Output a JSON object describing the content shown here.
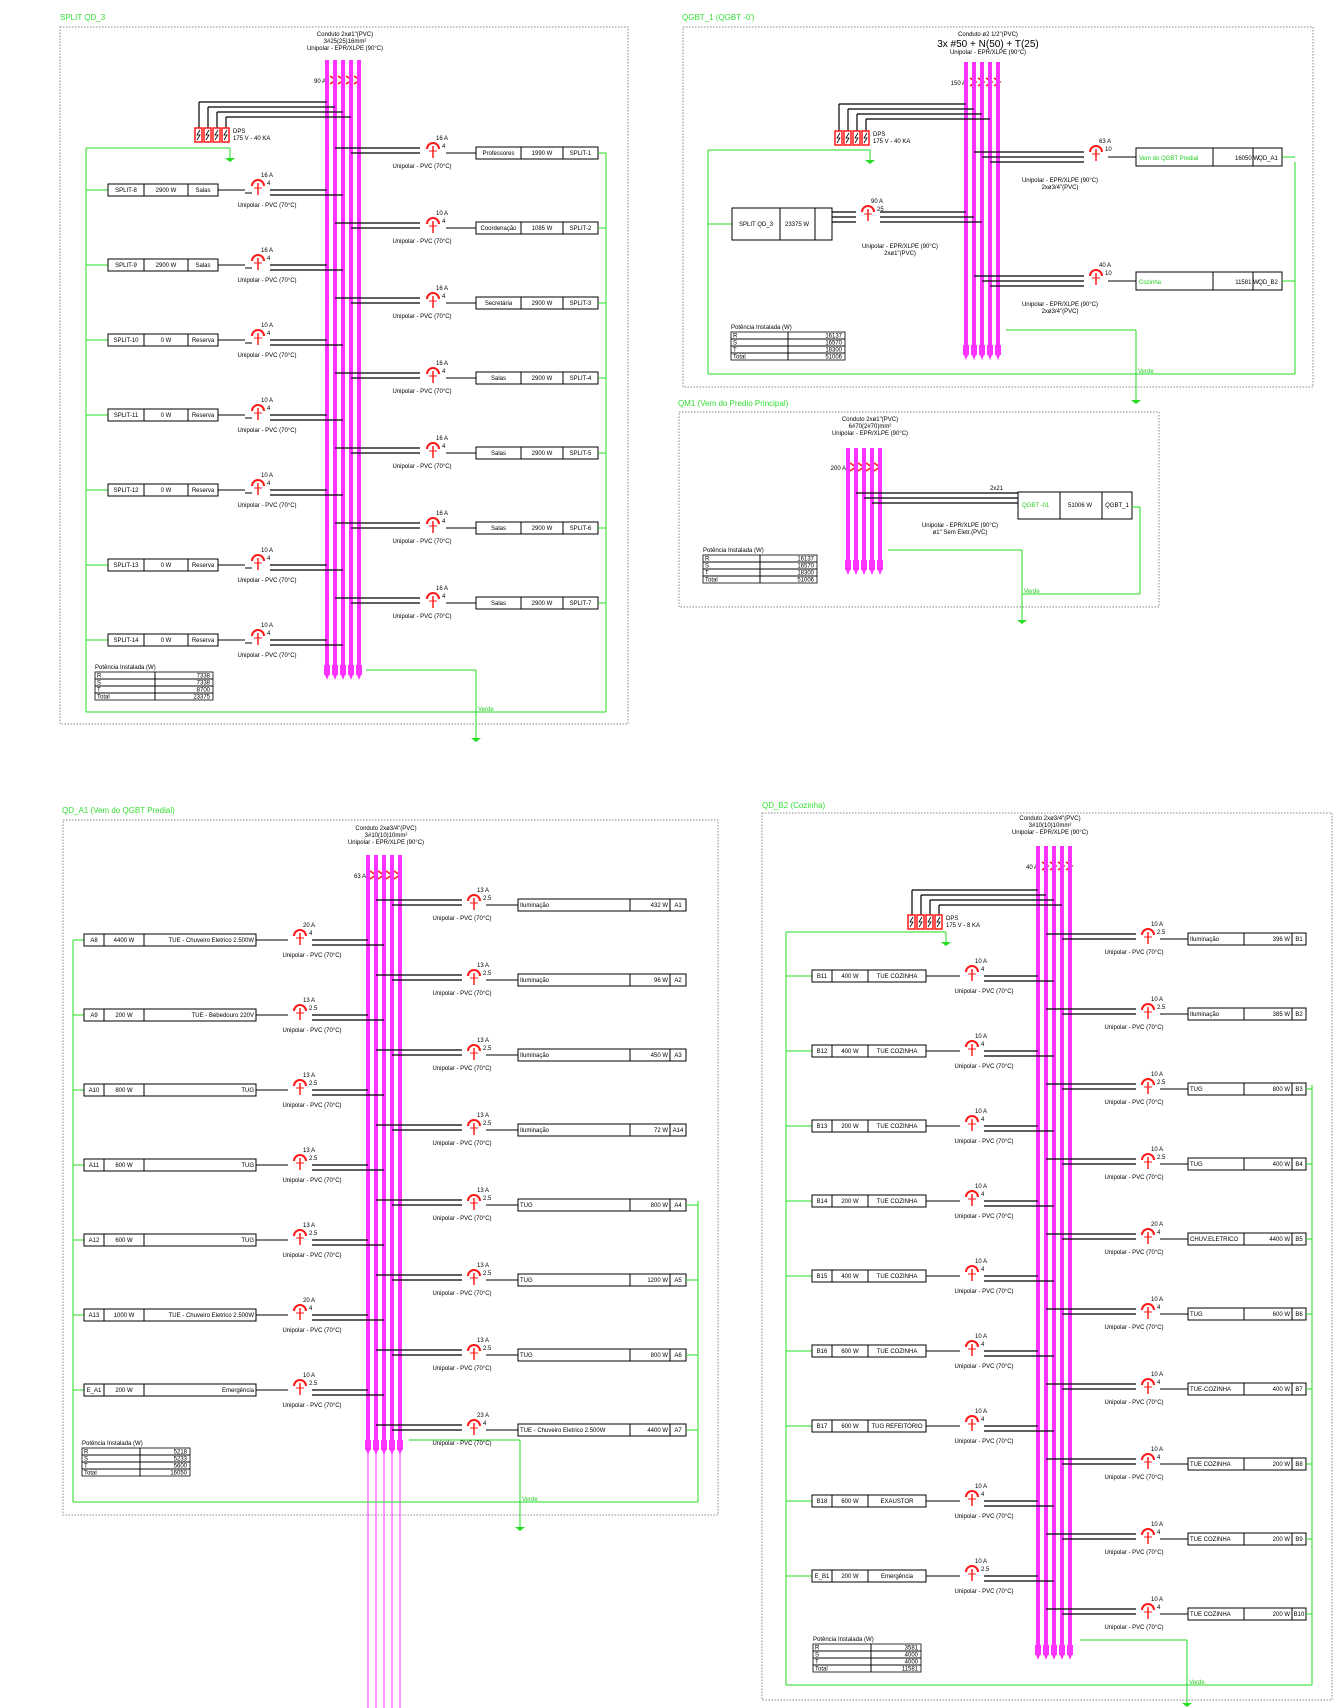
{
  "colors": {
    "bus": "#ff33ff",
    "breaker": "#ff1a1a",
    "wire": "#000000",
    "earth": "#22dd22",
    "title": "#33dd33"
  },
  "texts": {
    "unipolar_pvc": "Unipolar - PVC (70°C)",
    "unipolar_epr": "Unipolar - EPR/XLPE (90°C)",
    "verde": "Verde",
    "potencia": "Potência Instalada (W)",
    "dps": "DPS"
  },
  "panels": [
    {
      "title": "SPLIT QD_3",
      "conduit": [
        "Conduto 2xø1\"(PVC)",
        "3#25(25)16mm²",
        "Unipolar - EPR/XLPE (90°C)"
      ],
      "main": "90 A",
      "dps": "175 V - 40 KA",
      "circuits_left": [
        {
          "id": "SPLIT-8",
          "power": "2900 W",
          "desc": "Salas",
          "breaker": "16 A",
          "cable": "4"
        },
        {
          "id": "SPLIT-9",
          "power": "2900 W",
          "desc": "Salas",
          "breaker": "16 A",
          "cable": "4"
        },
        {
          "id": "SPLIT-10",
          "power": "0 W",
          "desc": "Reserva",
          "breaker": "10 A",
          "cable": "4"
        },
        {
          "id": "SPLIT-11",
          "power": "0 W",
          "desc": "Reserva",
          "breaker": "10 A",
          "cable": "4"
        },
        {
          "id": "SPLIT-12",
          "power": "0 W",
          "desc": "Reserva",
          "breaker": "10 A",
          "cable": "4"
        },
        {
          "id": "SPLIT-13",
          "power": "0 W",
          "desc": "Reserva",
          "breaker": "10 A",
          "cable": "4"
        },
        {
          "id": "SPLIT-14",
          "power": "0 W",
          "desc": "Reserva",
          "breaker": "10 A",
          "cable": "4"
        }
      ],
      "circuits_right": [
        {
          "id": "SPLIT-1",
          "power": "1990 W",
          "desc": "Professores",
          "breaker": "16 A",
          "cable": "4"
        },
        {
          "id": "SPLIT-2",
          "power": "1085 W",
          "desc": "Coordenação",
          "breaker": "10 A",
          "cable": "4"
        },
        {
          "id": "SPLIT-3",
          "power": "2900 W",
          "desc": "Secretária",
          "breaker": "16 A",
          "cable": "4"
        },
        {
          "id": "SPLIT-4",
          "power": "2900 W",
          "desc": "Salas",
          "breaker": "16 A",
          "cable": "4"
        },
        {
          "id": "SPLIT-5",
          "power": "2900 W",
          "desc": "Salas",
          "breaker": "16 A",
          "cable": "4"
        },
        {
          "id": "SPLIT-6",
          "power": "2900 W",
          "desc": "Salas",
          "breaker": "16 A",
          "cable": "4"
        },
        {
          "id": "SPLIT-7",
          "power": "2900 W",
          "desc": "Salas",
          "breaker": "16 A",
          "cable": "4"
        }
      ],
      "potencia": [
        [
          "R",
          "7338"
        ],
        [
          "S",
          "7338"
        ],
        [
          "T",
          "8700"
        ],
        [
          "Total",
          "23375"
        ]
      ]
    },
    {
      "title": "QGBT_1 (QGBT -0')",
      "conduit": [
        "Conduto ø2 1/2\"(PVC)",
        "3x #50 + N(50) + T(25)",
        "Unipolar - EPR/XLPE (90°C)"
      ],
      "main": "150 A",
      "dps": "175 V - 40 KA",
      "feeds_right": [
        {
          "desc": "Vem do QGBT Predial",
          "power": "16050 W",
          "id": "QD_A1",
          "breaker": "63 A",
          "cable": "10",
          "cond": "2xø3/4\"(PVC)"
        },
        {
          "desc": "Cozinha",
          "power": "11581 W",
          "id": "QD_B2",
          "breaker": "40 A",
          "cable": "10",
          "cond": "2xø3/4\"(PVC)"
        }
      ],
      "feed_left": {
        "id": "SPLIT QD_3",
        "power": "23375 W",
        "breaker": "90 A",
        "cable": "25",
        "cond": "2xø1\"(PVC)"
      },
      "potencia": [
        [
          "R",
          "16137"
        ],
        [
          "S",
          "16570"
        ],
        [
          "T",
          "18300"
        ],
        [
          "Total",
          "51006"
        ]
      ]
    },
    {
      "title": "QM1 (Vem do Predio Principal)",
      "conduit": [
        "Conduto 2xø1\"(PVC)",
        "6#70(2#70)mm²",
        "Unipolar - EPR/XLPE (90°C)"
      ],
      "main": "200 A",
      "feed": {
        "desc": "QGBT -01",
        "power": "51006 W",
        "id": "QGBT_1",
        "cable": "2x21",
        "line2": "ø1\" Sem Eletr.(PVC)"
      },
      "potencia": [
        [
          "R",
          "16137"
        ],
        [
          "S",
          "16570"
        ],
        [
          "T",
          "18300"
        ],
        [
          "Total",
          "51006"
        ]
      ]
    },
    {
      "title": "QD_A1 (Vem do QGBT Predial)",
      "conduit": [
        "Conduto 2xø3/4\"(PVC)",
        "3#10(10)10mm²",
        "Unipolar - EPR/XLPE (90°C)"
      ],
      "main": "63 A",
      "circuits_left": [
        {
          "id": "A8",
          "power": "4400 W",
          "desc": "TUE - Chuveiro Eletrico 2.500W",
          "breaker": "20 A",
          "cable": "4"
        },
        {
          "id": "A9",
          "power": "200 W",
          "desc": "TUE - Bebedouro 220V",
          "breaker": "13 A",
          "cable": "2.5"
        },
        {
          "id": "A10",
          "power": "800 W",
          "desc": "TUG",
          "breaker": "13 A",
          "cable": "2.5"
        },
        {
          "id": "A11",
          "power": "600 W",
          "desc": "TUG",
          "breaker": "13 A",
          "cable": "2.5"
        },
        {
          "id": "A12",
          "power": "600 W",
          "desc": "TUG",
          "breaker": "13 A",
          "cable": "2.5"
        },
        {
          "id": "A13",
          "power": "1000 W",
          "desc": "TUE - Chuveiro Eletrico 2.500W",
          "breaker": "20 A",
          "cable": "4"
        },
        {
          "id": "E_A1",
          "power": "200 W",
          "desc": "Emergência",
          "breaker": "10 A",
          "cable": "2.5"
        }
      ],
      "circuits_right": [
        {
          "id": "A1",
          "power": "432 W",
          "desc": "Iluminação",
          "breaker": "13 A",
          "cable": "2.5"
        },
        {
          "id": "A2",
          "power": "96 W",
          "desc": "Iluminação",
          "breaker": "13 A",
          "cable": "2.5"
        },
        {
          "id": "A3",
          "power": "450 W",
          "desc": "Iluminação",
          "breaker": "13 A",
          "cable": "2.5"
        },
        {
          "id": "A14",
          "power": "72 W",
          "desc": "Iluminação",
          "breaker": "13 A",
          "cable": "2.5"
        },
        {
          "id": "A4",
          "power": "800 W",
          "desc": "TUG",
          "breaker": "13 A",
          "cable": "2.5"
        },
        {
          "id": "A5",
          "power": "1200 W",
          "desc": "TUG",
          "breaker": "13 A",
          "cable": "2.5"
        },
        {
          "id": "A6",
          "power": "800 W",
          "desc": "TUG",
          "breaker": "13 A",
          "cable": "2.5"
        },
        {
          "id": "A7",
          "power": "4400 W",
          "desc": "TUE - Chuveiro Eletrico 2.500W",
          "breaker": "23 A",
          "cable": "4"
        }
      ],
      "potencia": [
        [
          "R",
          "5218"
        ],
        [
          "S",
          "5233"
        ],
        [
          "T",
          "5600"
        ],
        [
          "Total",
          "16050"
        ]
      ]
    },
    {
      "title": "QD_B2 (Cozinha)",
      "conduit": [
        "Conduto 2xø3/4\"(PVC)",
        "3#10(10)10mm²",
        "Unipolar - EPR/XLPE (90°C)"
      ],
      "main": "40 A",
      "dps": "175 V - 8 KA",
      "circuits_left": [
        {
          "id": "B11",
          "power": "400 W",
          "desc": "TUE COZINHA",
          "breaker": "10 A",
          "cable": "4"
        },
        {
          "id": "B12",
          "power": "400 W",
          "desc": "TUE COZINHA",
          "breaker": "10 A",
          "cable": "4"
        },
        {
          "id": "B13",
          "power": "200 W",
          "desc": "TUE COZINHA",
          "breaker": "10 A",
          "cable": "4"
        },
        {
          "id": "B14",
          "power": "200 W",
          "desc": "TUE COZINHA",
          "breaker": "10 A",
          "cable": "4"
        },
        {
          "id": "B15",
          "power": "400 W",
          "desc": "TUE COZINHA",
          "breaker": "10 A",
          "cable": "4"
        },
        {
          "id": "B16",
          "power": "600 W",
          "desc": "TUE COZINHA",
          "breaker": "10 A",
          "cable": "4"
        },
        {
          "id": "B17",
          "power": "600 W",
          "desc": "TUG REFEITÓRIO",
          "breaker": "10 A",
          "cable": "4"
        },
        {
          "id": "B18",
          "power": "600 W",
          "desc": "EXAUSTOR",
          "breaker": "10 A",
          "cable": "4"
        },
        {
          "id": "E_B1",
          "power": "200 W",
          "desc": "Emergência",
          "breaker": "10 A",
          "cable": "2.5"
        }
      ],
      "circuits_right": [
        {
          "id": "B1",
          "power": "396 W",
          "desc": "Iluminação",
          "breaker": "10 A",
          "cable": "2.5"
        },
        {
          "id": "B2",
          "power": "385 W",
          "desc": "Iluminação",
          "breaker": "10 A",
          "cable": "2.5"
        },
        {
          "id": "B3",
          "power": "800 W",
          "desc": "TUG",
          "breaker": "10 A",
          "cable": "2.5"
        },
        {
          "id": "B4",
          "power": "400 W",
          "desc": "TUG",
          "breaker": "10 A",
          "cable": "2.5"
        },
        {
          "id": "B5",
          "power": "4400 W",
          "desc": "CHUV.ELETRICO",
          "breaker": "20 A",
          "cable": "4"
        },
        {
          "id": "B6",
          "power": "600 W",
          "desc": "TUG",
          "breaker": "10 A",
          "cable": "4"
        },
        {
          "id": "B7",
          "power": "400 W",
          "desc": "TUE-COZINHA",
          "breaker": "10 A",
          "cable": "4"
        },
        {
          "id": "B8",
          "power": "200 W",
          "desc": "TUE COZINHA",
          "breaker": "10 A",
          "cable": "4"
        },
        {
          "id": "B9",
          "power": "200 W",
          "desc": "TUE COZINHA",
          "breaker": "10 A",
          "cable": "4"
        },
        {
          "id": "B10",
          "power": "200 W",
          "desc": "TUE COZINHA",
          "breaker": "10 A",
          "cable": "4"
        }
      ],
      "potencia": [
        [
          "R",
          "3581"
        ],
        [
          "S",
          "4000"
        ],
        [
          "T",
          "4000"
        ],
        [
          "Total",
          "11581"
        ]
      ]
    }
  ]
}
